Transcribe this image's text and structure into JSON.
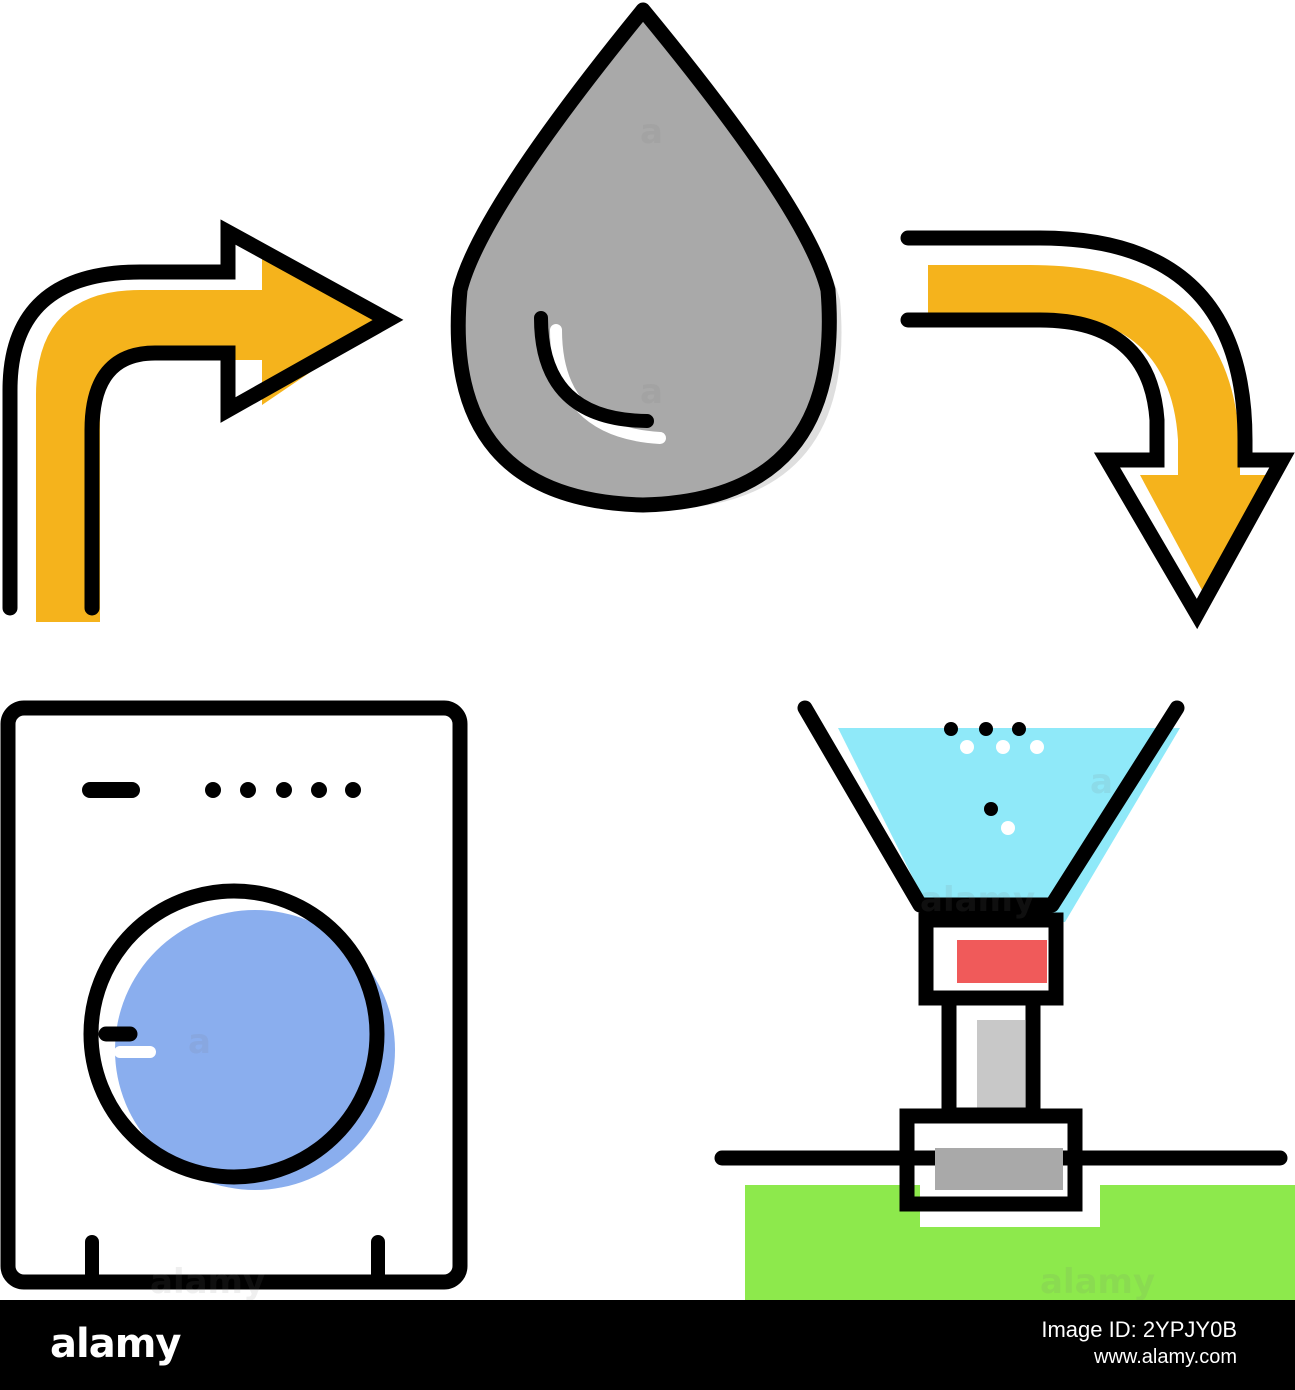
{
  "colors": {
    "stroke": "#000000",
    "arrow_fill": "#f5b31c",
    "drop_fill": "#a9a9a9",
    "drum_fill": "#8aaeee",
    "water_fill": "#8fe9f9",
    "valve_red": "#f05a5a",
    "pipe_gray": "#c8c8c8",
    "ground_green": "#8de94c"
  },
  "icons": {
    "arrow_up_right": "curved-arrow-right-icon",
    "water_drop": "water-drop-icon",
    "arrow_down_right": "curved-arrow-down-icon",
    "washing_machine": "washing-machine-icon",
    "filter_funnel": "water-filter-funnel-icon"
  },
  "watermark": {
    "brand": "alamy",
    "mark": "a"
  },
  "footer": {
    "logo": "alamy",
    "image_id": "Image ID: 2YPJY0B",
    "site": "www.alamy.com"
  }
}
